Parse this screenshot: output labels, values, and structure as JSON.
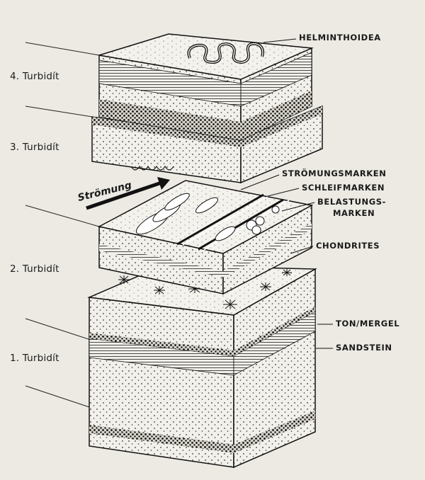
{
  "layers": {
    "t4": "4. Turbidít",
    "t3": "3. Turbidít",
    "t2": "2. Turbidít",
    "t1": "1. Turbidít"
  },
  "annotations": {
    "helminthoidea": "HELMINTHOIDEA",
    "stroemungsmarken": "STRÖMUNGSMARKEN",
    "schleifmarken": "SCHLEIFMARKEN",
    "belastungs_1": "BELASTUNGS-",
    "belastungs_2": "MARKEN",
    "chondrites": "CHONDRITES",
    "ton_mergel": "TON/MERGEL",
    "sandstein": "SANDSTEIN"
  },
  "current": "Strömung"
}
